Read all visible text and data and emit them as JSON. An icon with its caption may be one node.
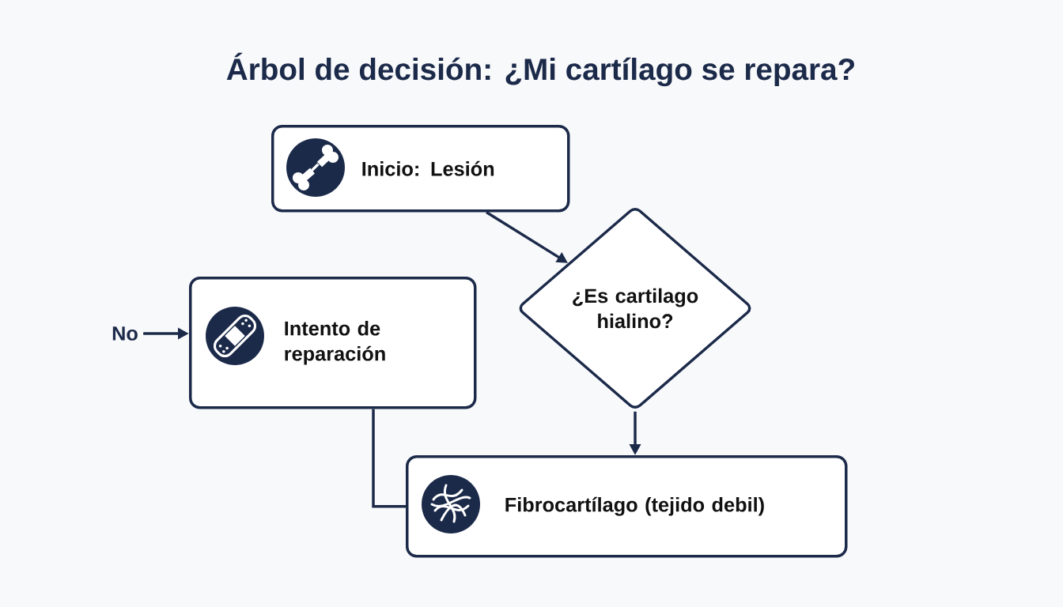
{
  "diagram": {
    "title": "Árbol de decisión: ¿Mi cartílago se repara?",
    "nodes": [
      {
        "text": [
          "Inicio: Lesión"
        ]
      },
      {
        "text": [
          "¿Es cartilago hialino?"
        ]
      },
      {
        "text": [
          "No"
        ]
      },
      {
        "text": [
          "Intento de reparación"
        ]
      },
      {
        "text": [
          "Fibrocartílago (tejido debil)"
        ]
      }
    ],
    "edges": [
      {
        "from": 0,
        "to": 1,
        "arrow": "to"
      },
      {
        "from": 2,
        "to": 3,
        "arrow": "to"
      },
      {
        "from": 1,
        "to": 4,
        "arrow": "to"
      },
      {
        "from": 3,
        "to": 4,
        "arrow": "none"
      }
    ]
  }
}
